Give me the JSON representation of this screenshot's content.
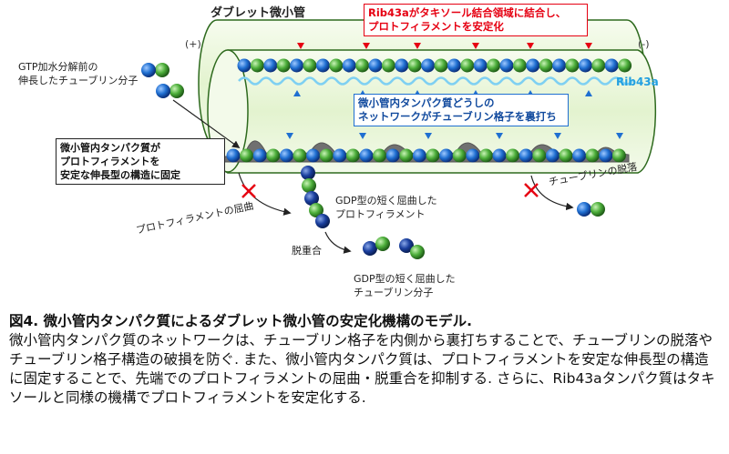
{
  "labels": {
    "top_title": "ダブレット微小管",
    "plus_end": "(+)",
    "minus_end": "(-)",
    "rib43a": "Rib43a",
    "red_box": [
      "Rib43aがタキソール結合領域に結合し、",
      "プロトフィラメントを安定化"
    ],
    "blue_box": [
      "微小管内タンパク質どうしの",
      "ネットワークがチューブリン格子を裏打ち"
    ],
    "black_box": [
      "微小管内タンパク質が",
      "プロトフィラメントを",
      "安定な伸長型の構造に固定"
    ],
    "gtp_tubulin": [
      "GTP加水分解前の",
      "伸長したチューブリン分子"
    ],
    "gdp_protofilament": [
      "GDP型の短く屈曲した",
      "プロトフィラメント"
    ],
    "protofilament_bending": "プロトフィラメントの屈曲",
    "depolymerization": "脱重合",
    "gdp_tubulin": [
      "GDP型の短く屈曲した",
      "チューブリン分子"
    ],
    "tubulin_shedding": "チューブリンの脱落"
  },
  "caption": {
    "title": "図4. 微小管内タンパク質によるダブレット微小管の安定化機構のモデル.",
    "body": "微小管内タンパク質のネットワークは、チューブリン格子を内側から裏打ちすることで、チューブリンの脱落やチューブリン格子構造の破損を防ぐ. また、微小管内タンパク質は、プロトフィラメントを安定な伸長型の構造に固定することで、先端でのプロトフィラメントの屈曲・脱重合を抑制する. さらに、Rib43aタンパク質はタキソールと同様の機構でプロトフィラメントを安定化する."
  },
  "colors": {
    "tube_fill": "#e9f6d9",
    "tube_stroke": "#2e6a1e",
    "tubulin_blue": "#1f6fd1",
    "tubulin_green": "#4cae3a",
    "rib43a": "#7fd0f2",
    "red": "#e60012",
    "blue_triangle": "#1f6fd1",
    "gray_mip": "#6d6d6d"
  }
}
